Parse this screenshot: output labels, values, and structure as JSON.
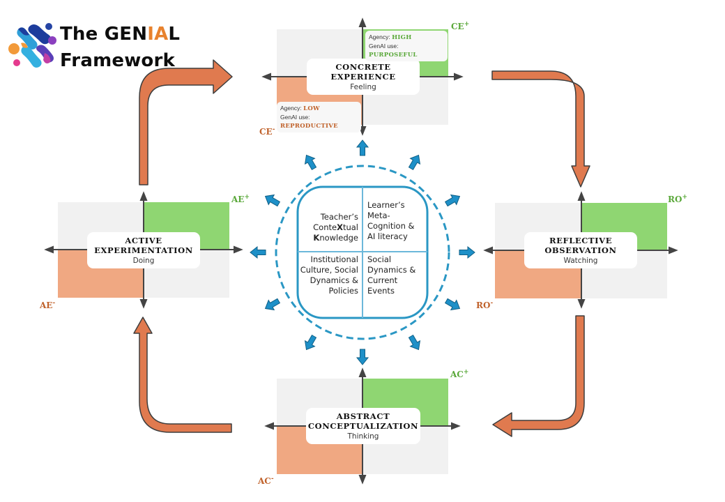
{
  "title": {
    "line1_prefix": "The GEN",
    "line1_accent": "IA",
    "line1_suffix": "L",
    "line2": "Framework",
    "accent_color": "#e8822e"
  },
  "colors": {
    "positive_quadrant": "#8fd672",
    "negative_quadrant": "#f0a882",
    "neutral_quadrant": "#f1f1f1",
    "axis": "#444444",
    "cycle_arrow_fill": "#e07a4f",
    "cycle_arrow_stroke": "#3d3d3d",
    "core_blue": "#2a97c4",
    "radial_arrow": "#1e90c8",
    "positive_label": "#5aa83a",
    "negative_label": "#c0622b"
  },
  "stages": {
    "ce": {
      "name_line1": "CONCRETE",
      "name_line2": "EXPERIENCE",
      "sub": "Feeling",
      "pole_pos": "CE",
      "pole_neg": "CE",
      "callout_high": {
        "agency_label": "Agency: ",
        "agency_value": "HIGH",
        "use_label": "GenAI use: ",
        "use_value": "PURPOSEFUL"
      },
      "callout_low": {
        "agency_label": "Agency: ",
        "agency_value": "LOW",
        "use_label": "GenAI use: ",
        "use_value": "REPRODUCTIVE"
      }
    },
    "ro": {
      "name_line1": "REFLECTIVE",
      "name_line2": "OBSERVATION",
      "sub": "Watching",
      "pole_pos": "RO",
      "pole_neg": "RO"
    },
    "ac": {
      "name_line1": "ABSTRACT",
      "name_line2": "CONCEPTUALIZATION",
      "sub": "Thinking",
      "pole_pos": "AC",
      "pole_neg": "AC"
    },
    "ae": {
      "name_line1": "ACTIVE",
      "name_line2": "EXPERIMENTATION",
      "sub": "Doing",
      "pole_pos": "AE",
      "pole_neg": "AE"
    }
  },
  "pole_signs": {
    "pos": "+",
    "neg": "-"
  },
  "core": {
    "top_left": {
      "line1": "Teacher’s",
      "line2_a": "Conte",
      "line2_b": "X",
      "line2_c": "tual",
      "line3_a": "K",
      "line3_b": "nowledge"
    },
    "top_right": [
      "Learner’s",
      "Meta-",
      "Cognition &",
      "AI literacy"
    ],
    "bottom_left": [
      "Institutional",
      "Culture, Social",
      "Dynamics &",
      "Policies"
    ],
    "bottom_right": [
      "Social",
      "Dynamics &",
      "Current",
      "Events"
    ]
  },
  "cycle_arrows": [
    "ae-to-ce",
    "ce-to-ro",
    "ro-to-ac",
    "ac-to-ae"
  ],
  "radial_arrow_count": 12
}
